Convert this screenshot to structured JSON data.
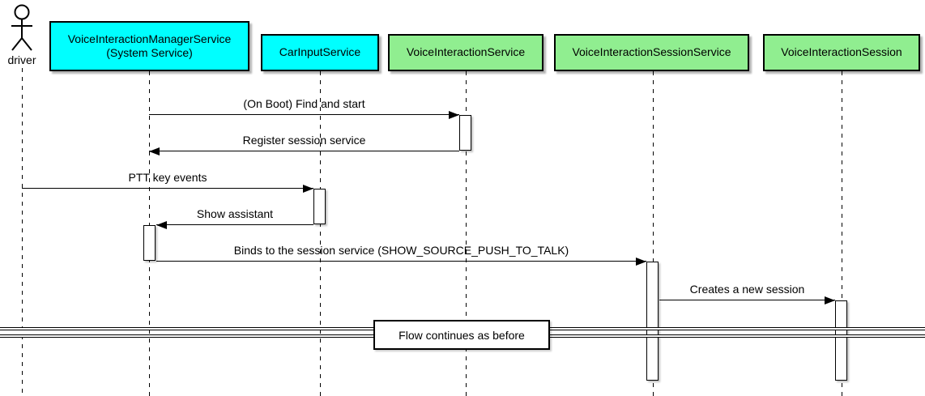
{
  "colors": {
    "participant_cyan": "#00FFFF",
    "participant_green": "#90EE90",
    "border": "#000000",
    "background": "#FFFFFF"
  },
  "actor": {
    "label": "driver"
  },
  "participants": [
    {
      "id": "voice-interaction-manager-service",
      "line1": "VoiceInteractionManagerService",
      "line2": "(System Service)",
      "fill": "#00FFFF"
    },
    {
      "id": "car-input-service",
      "line1": "CarInputService",
      "fill": "#00FFFF"
    },
    {
      "id": "voice-interaction-service",
      "line1": "VoiceInteractionService",
      "fill": "#90EE90"
    },
    {
      "id": "voice-interaction-session-service",
      "line1": "VoiceInteractionSessionService",
      "fill": "#90EE90"
    },
    {
      "id": "voice-interaction-session",
      "line1": "VoiceInteractionSession",
      "fill": "#90EE90"
    }
  ],
  "messages": [
    {
      "text": "(On Boot) Find and start",
      "from": "VoiceInteractionManagerService",
      "to": "VoiceInteractionService",
      "direction": "right"
    },
    {
      "text": "Register session service",
      "from": "VoiceInteractionService",
      "to": "VoiceInteractionManagerService",
      "direction": "left"
    },
    {
      "text": "PTT key events",
      "from": "driver",
      "to": "CarInputService",
      "direction": "right"
    },
    {
      "text": "Show assistant",
      "from": "CarInputService",
      "to": "VoiceInteractionManagerService",
      "direction": "left"
    },
    {
      "text": "Binds to the session service (SHOW_SOURCE_PUSH_TO_TALK)",
      "from": "VoiceInteractionManagerService",
      "to": "VoiceInteractionSessionService",
      "direction": "right"
    },
    {
      "text": "Creates a new session",
      "from": "VoiceInteractionSessionService",
      "to": "VoiceInteractionSession",
      "direction": "right"
    }
  ],
  "divider": {
    "label": "Flow continues as before"
  }
}
